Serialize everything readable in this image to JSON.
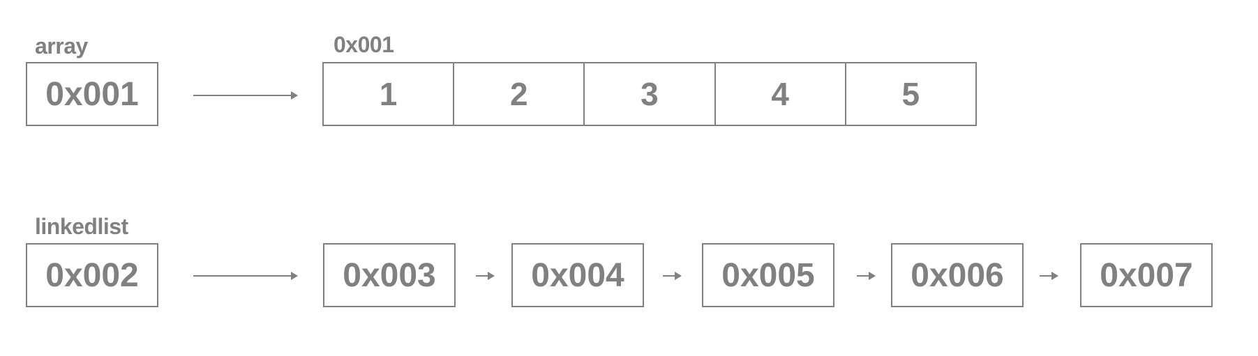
{
  "colors": {
    "stroke": "#808080",
    "text": "#808080",
    "background": "#ffffff"
  },
  "array": {
    "label": "array",
    "pointer": "0x001",
    "block_address": "0x001",
    "elements": [
      "1",
      "2",
      "3",
      "4",
      "5"
    ]
  },
  "linkedlist": {
    "label": "linkedlist",
    "pointer": "0x002",
    "nodes": [
      "0x003",
      "0x004",
      "0x005",
      "0x006",
      "0x007"
    ]
  }
}
